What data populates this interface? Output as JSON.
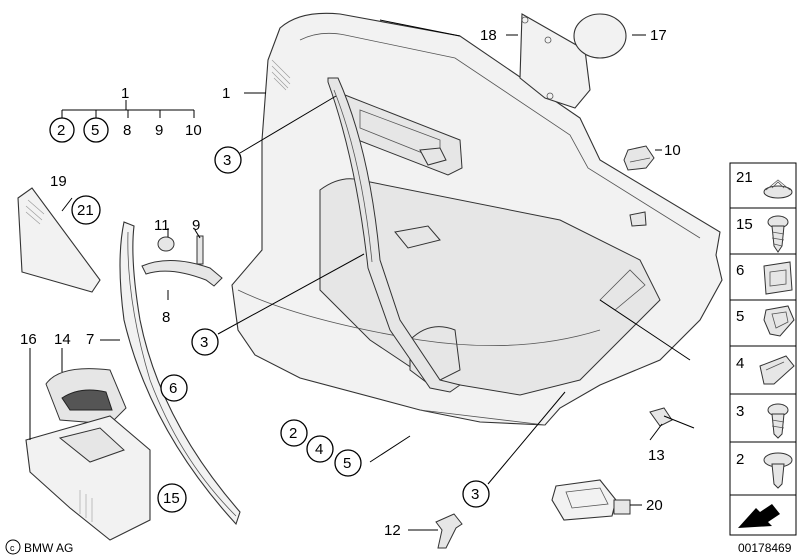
{
  "callouts": {
    "c1a": "1",
    "c1b": "1",
    "c2": "2",
    "c5": "5",
    "c8": "8",
    "c9": "9",
    "c10": "10",
    "c3a": "3",
    "c3b": "3",
    "c3c": "3",
    "c18": "18",
    "c17": "17",
    "c10b": "10",
    "c19": "19",
    "c21": "21",
    "c11": "11",
    "c9b": "9",
    "c8b": "8",
    "c16": "16",
    "c14": "14",
    "c7": "7",
    "c6": "6",
    "c15": "15",
    "c2b": "2",
    "c4": "4",
    "c5b": "5",
    "c13": "13",
    "c12": "12",
    "c20": "20"
  },
  "legend": [
    "21",
    "15",
    "6",
    "5",
    "4",
    "3",
    "2"
  ],
  "footer": {
    "brand": "BMW AG",
    "doc_id": "00178469"
  }
}
